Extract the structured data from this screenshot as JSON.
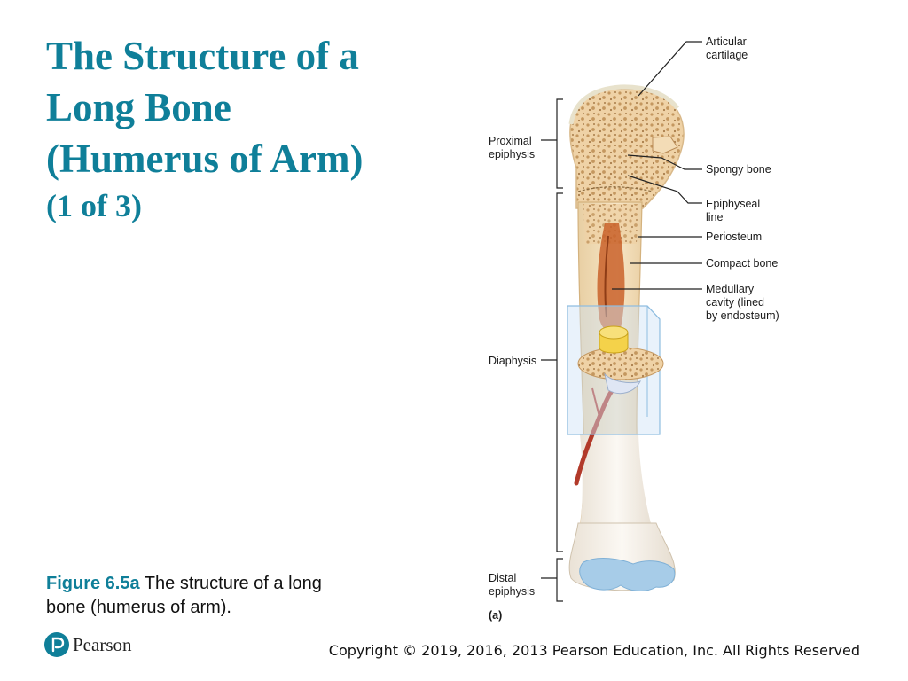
{
  "title": {
    "line1": "The Structure of a",
    "line2": "Long Bone",
    "line3": "(Humerus of Arm)",
    "line4": "(1 of 3)"
  },
  "caption": {
    "figure": "Figure 6.5a",
    "text": " The structure of a long bone (humerus of arm)."
  },
  "diagram": {
    "panel": "(a)",
    "left_labels": {
      "proximal": [
        "Proximal",
        "epiphysis"
      ],
      "diaphysis": "Diaphysis",
      "distal": [
        "Distal",
        "epiphysis"
      ]
    },
    "right_labels": {
      "articular": [
        "Articular",
        "cartilage"
      ],
      "spongy": "Spongy bone",
      "epiphyseal": [
        "Epiphyseal",
        "line"
      ],
      "periosteum": "Periosteum",
      "compact": "Compact bone",
      "medullary": [
        "Medullary",
        "cavity (lined",
        "by endosteum)"
      ]
    }
  },
  "footer": {
    "logo": "Pearson",
    "copyright": "Copyright © 2019, 2016, 2013 Pearson Education, Inc. All Rights Reserved"
  },
  "colors": {
    "title": "#0f7f99",
    "bone": "#f1d9b4",
    "spongy": "#c4975f",
    "marrow": "#c9622a",
    "cartilage": "#a7cce8",
    "artery": "#b23a2a"
  }
}
